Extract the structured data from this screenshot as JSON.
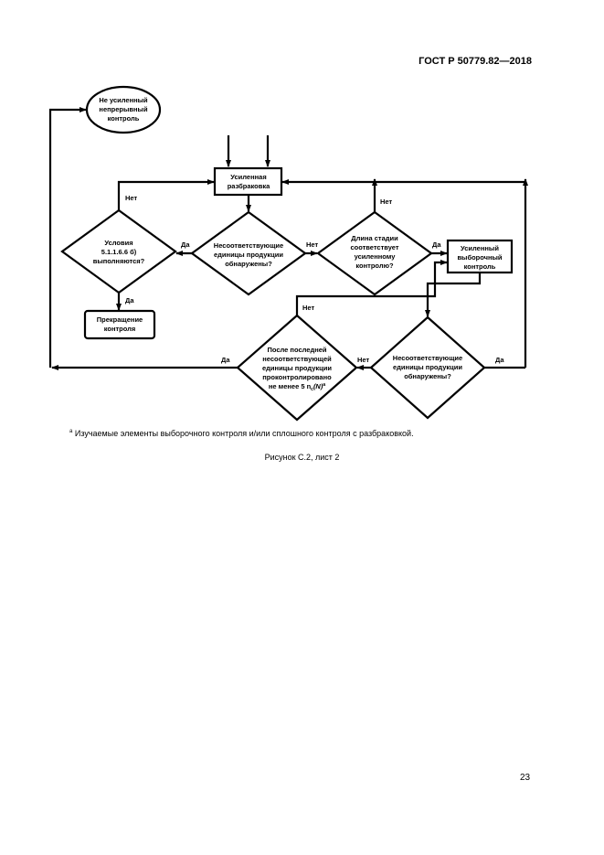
{
  "header": {
    "standard": "ГОСТ Р 50779.82—2018"
  },
  "diagram": {
    "start": [
      "Не усиленный",
      "непрерывный",
      "контроль"
    ],
    "tightened_screening": [
      "Усиленная",
      "разбраковка"
    ],
    "condition": [
      "Условия",
      "5.1.1.6.6 б)",
      "выполняются?"
    ],
    "nonconforming_found_1": [
      "Несоответствующие",
      "единицы продукции",
      "обнаружены?"
    ],
    "stage_length": [
      "Длина стадии",
      "соответствует",
      "усиленному",
      "контролю?"
    ],
    "tightened_sampling": [
      "Усиленный",
      "выборочный",
      "контроль"
    ],
    "stop": [
      "Прекращение",
      "контроля"
    ],
    "after_last": [
      "После последней",
      "несоответствующей",
      "единицы продукции",
      "проконтролировано",
      "не менее 5 n",
      "c",
      "(N)",
      "a"
    ],
    "nonconforming_found_2": [
      "Несоответствующие",
      "единицы продукции",
      "обнаружены?"
    ],
    "labels": {
      "yes": "Да",
      "no": "Нет"
    }
  },
  "footnote": {
    "mark": "a",
    "text": " Изучаемые элементы выборочного контроля и/или сплошного контроля с разбраковкой."
  },
  "caption": "Рисунок С.2, лист 2",
  "page_number": "23"
}
